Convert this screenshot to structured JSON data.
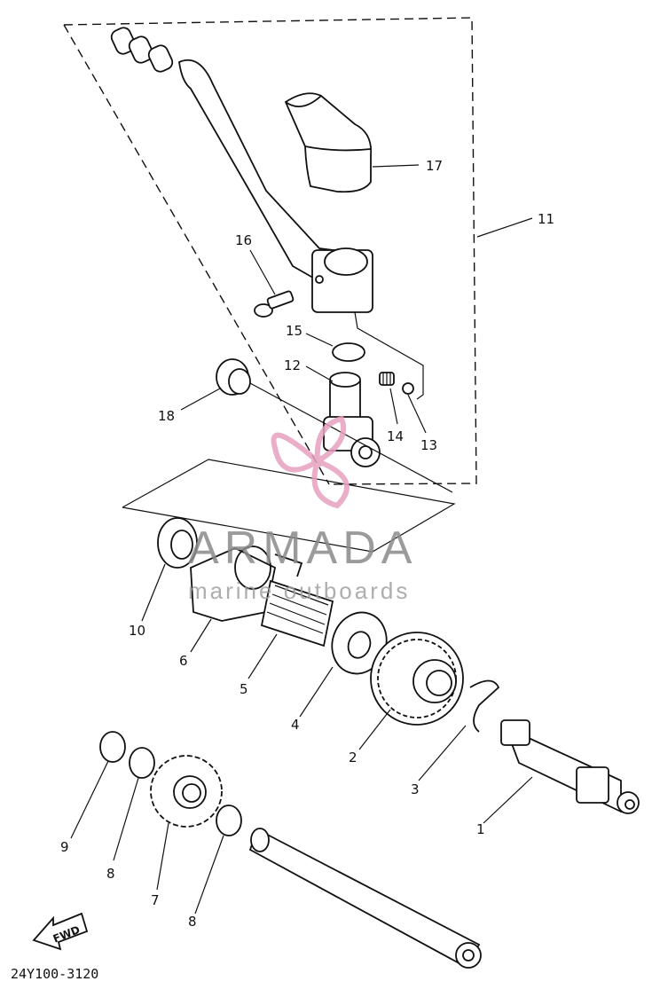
{
  "diagram": {
    "part_labels": {
      "p1": "1",
      "p2": "2",
      "p3": "3",
      "p4": "4",
      "p5": "5",
      "p6": "6",
      "p7": "7",
      "p8a": "8",
      "p8b": "8",
      "p9": "9",
      "p10": "10",
      "p11": "11",
      "p12": "12",
      "p13": "13",
      "p14": "14",
      "p15": "15",
      "p16": "16",
      "p17": "17",
      "p18": "18"
    },
    "direction_marker": "FWD",
    "drawing_code": "24Y100-3120"
  },
  "watermark": {
    "brand": "ARMADA",
    "tagline": "marine outboards",
    "logo_color": "#e8a0c0",
    "text_color": "#8a8a8a"
  }
}
